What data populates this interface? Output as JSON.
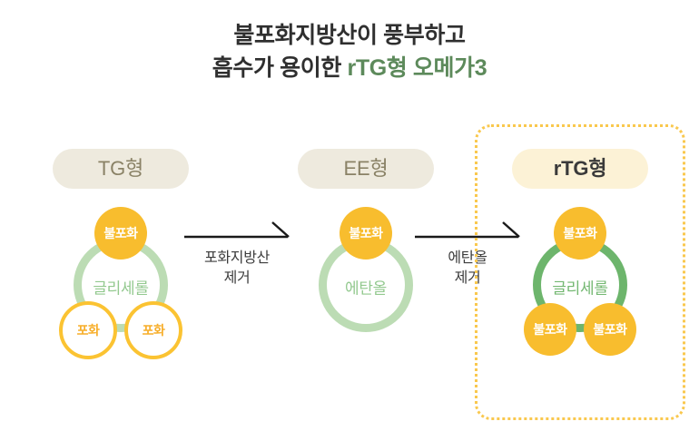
{
  "title": {
    "line1": "불포화지방산이 풍부하고",
    "line2_prefix": "흡수가 용이한 ",
    "line2_accent": "rTG형 오메가3"
  },
  "colors": {
    "accent_green": "#5d8a5b",
    "node_orange": "#f8bd2e",
    "node_outline_orange": "#fbc332",
    "ring_pale_green": "#bcdcb4",
    "ring_solid_green": "#6db56c",
    "pill_beige": "#eeeade",
    "pill_cream": "#fcf2d6",
    "highlight_dotted": "#f9c84e"
  },
  "panels": [
    {
      "id": "tg",
      "label": "TG형",
      "ring_label": "글리세롤",
      "nodes": [
        {
          "label": "불포화",
          "style": "filled"
        },
        {
          "label": "포화",
          "style": "outline"
        },
        {
          "label": "포화",
          "style": "outline"
        }
      ],
      "highlighted": false
    },
    {
      "id": "ee",
      "label": "EE형",
      "ring_label": "에탄올",
      "nodes": [
        {
          "label": "불포화",
          "style": "filled"
        }
      ],
      "highlighted": false
    },
    {
      "id": "rtg",
      "label": "rTG형",
      "ring_label": "글리세롤",
      "nodes": [
        {
          "label": "불포화",
          "style": "filled"
        },
        {
          "label": "불포화",
          "style": "filled"
        },
        {
          "label": "불포화",
          "style": "filled"
        }
      ],
      "highlighted": true
    }
  ],
  "arrows": [
    {
      "id": "arrow-1",
      "caption_line1": "포화지방산",
      "caption_line2": "제거"
    },
    {
      "id": "arrow-2",
      "caption_line1": "에탄올",
      "caption_line2": "제거"
    }
  ]
}
